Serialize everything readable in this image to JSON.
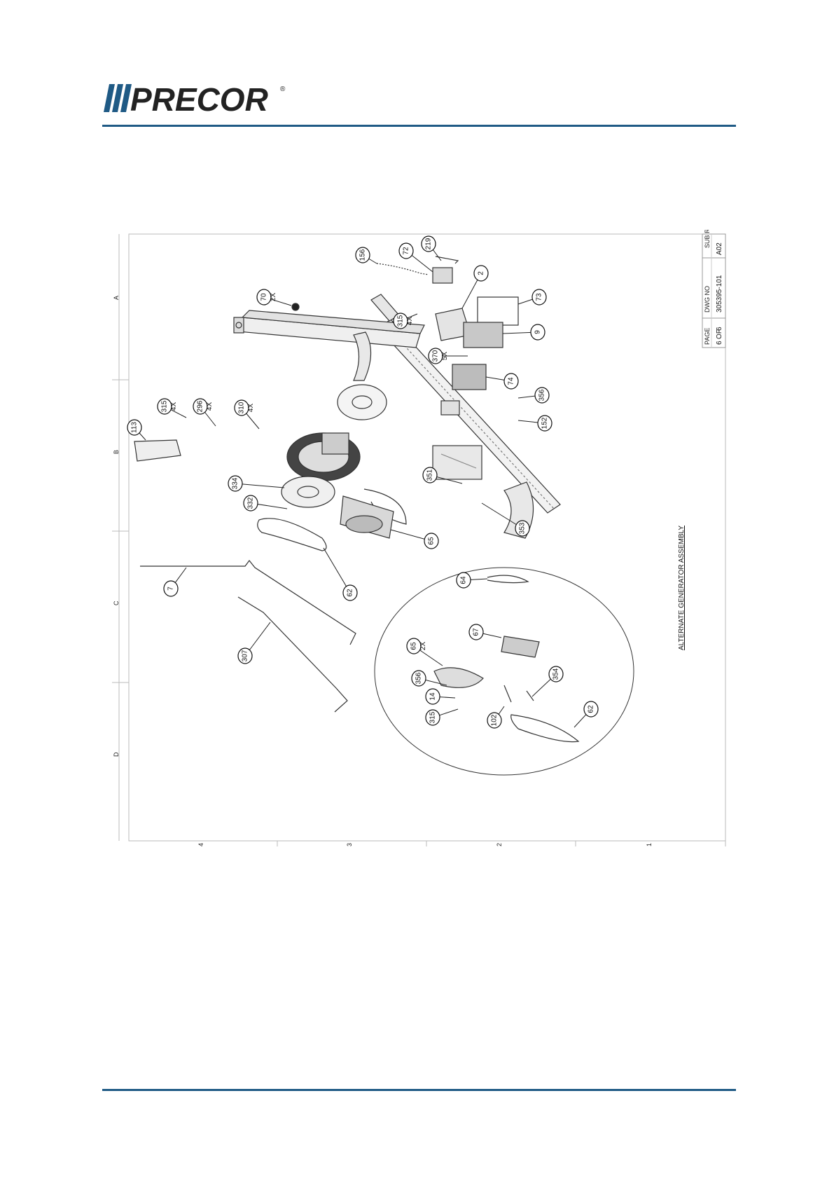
{
  "header": {
    "brand": "PRECOR",
    "registered_mark": "®",
    "brand_color": "#222222",
    "rule_color": "#1f5a85"
  },
  "drawing": {
    "caption": "ALTERNATE GENERATOR ASSEMBLY",
    "title_block": {
      "page_label": "PAGE",
      "page_number": "6",
      "page_of": "OF",
      "page_total": "6",
      "dwg_label": "DWG NO",
      "dwg_number": "305395-101",
      "rev_label": "SUB REV",
      "rev": "A02"
    },
    "zones_alpha": [
      "A",
      "B",
      "C",
      "D"
    ],
    "zones_numeric": [
      "4",
      "3",
      "2",
      "1"
    ],
    "callouts": [
      {
        "label": "219",
        "qty": ""
      },
      {
        "label": "72",
        "qty": ""
      },
      {
        "label": "156",
        "qty": ""
      },
      {
        "label": "2",
        "qty": ""
      },
      {
        "label": "70",
        "qty": "2X"
      },
      {
        "label": "73",
        "qty": ""
      },
      {
        "label": "315",
        "qty": "4X"
      },
      {
        "label": "9",
        "qty": ""
      },
      {
        "label": "370",
        "qty": "5X"
      },
      {
        "label": "74",
        "qty": ""
      },
      {
        "label": "356",
        "qty": ""
      },
      {
        "label": "152",
        "qty": ""
      },
      {
        "label": "113",
        "qty": ""
      },
      {
        "label": "315",
        "qty": "4X"
      },
      {
        "label": "296",
        "qty": "4X"
      },
      {
        "label": "310",
        "qty": "4X"
      },
      {
        "label": "351",
        "qty": ""
      },
      {
        "label": "334",
        "qty": ""
      },
      {
        "label": "332",
        "qty": ""
      },
      {
        "label": "65",
        "qty": ""
      },
      {
        "label": "353",
        "qty": ""
      },
      {
        "label": "7",
        "qty": ""
      },
      {
        "label": "62",
        "qty": ""
      },
      {
        "label": "64",
        "qty": ""
      },
      {
        "label": "67",
        "qty": ""
      },
      {
        "label": "65",
        "qty": "2X"
      },
      {
        "label": "307",
        "qty": ""
      },
      {
        "label": "356",
        "qty": ""
      },
      {
        "label": "354",
        "qty": ""
      },
      {
        "label": "14",
        "qty": ""
      },
      {
        "label": "62",
        "qty": ""
      },
      {
        "label": "315",
        "qty": ""
      },
      {
        "label": "102",
        "qty": ""
      }
    ]
  }
}
